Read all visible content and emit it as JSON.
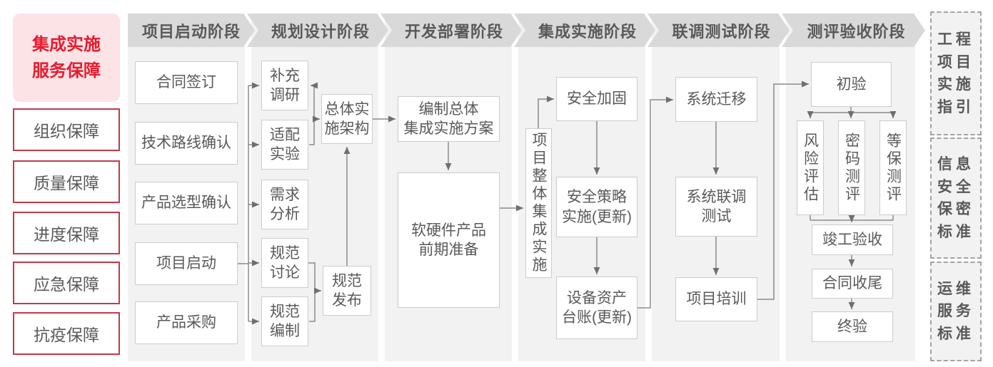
{
  "legend": {
    "title": "集成实施\n服务保障",
    "items": [
      "组织保障",
      "质量保障",
      "进度保障",
      "应急保障",
      "抗疫保障"
    ]
  },
  "phase_headers": [
    "项目启动阶段",
    "规划设计阶段",
    "开发部署阶段",
    "集成实施阶段",
    "联调测试阶段",
    "测评验收阶段"
  ],
  "nodes": {
    "contract_signing": "合同签订",
    "tech_route_confirmation": "技术路线确认",
    "product_selection_confirmation": "产品选型确认",
    "project_kickoff": "项目启动",
    "product_procurement": "产品采购",
    "supplementary_research": "补充\n调研",
    "adaptation_experiment": "适配\n实验",
    "requirement_analysis": "需求\n分析",
    "spec_discussion": "规范\n讨论",
    "spec_compilation": "规范\n编制",
    "overall_implementation_architecture": "总体实\n施架构",
    "spec_release": "规范\n发布",
    "overall_integration_plan": "编制总体\n集成实施方案",
    "hw_sw_product_preparation": "软硬件产品\n前期准备",
    "project_overall_integration": "项目整体集成实施",
    "security_hardening": "安全加固",
    "security_policy_implementation": "安全策略\n实施(更新)",
    "equipment_asset_ledger": "设备资产\n台账(更新)",
    "system_migration": "系统迁移",
    "system_joint_debugging_test": "系统联调\n测试",
    "project_training": "项目培训",
    "preliminary_acceptance": "初验",
    "risk_assessment": "风险评估",
    "crypto_evaluation": "密码测评",
    "classified_protection_evaluation": "等保测评",
    "completion_acceptance": "竣工验收",
    "contract_closure": "合同收尾",
    "final_acceptance": "终验"
  },
  "standards": [
    "工程\n项目\n实施\n指引",
    "信息\n安全\n保密\n标准",
    "运维\n服务\n标准"
  ],
  "colors": {
    "accent_red": "#e81c2e",
    "legend_pink_bg": "#fbe3e6",
    "legend_border_red": "#c5384a",
    "panel_gray": "#f2f2f2",
    "header_gray": "#d9d9d9",
    "text_gray": "#595959",
    "line_gray": "#8a8a8a"
  }
}
